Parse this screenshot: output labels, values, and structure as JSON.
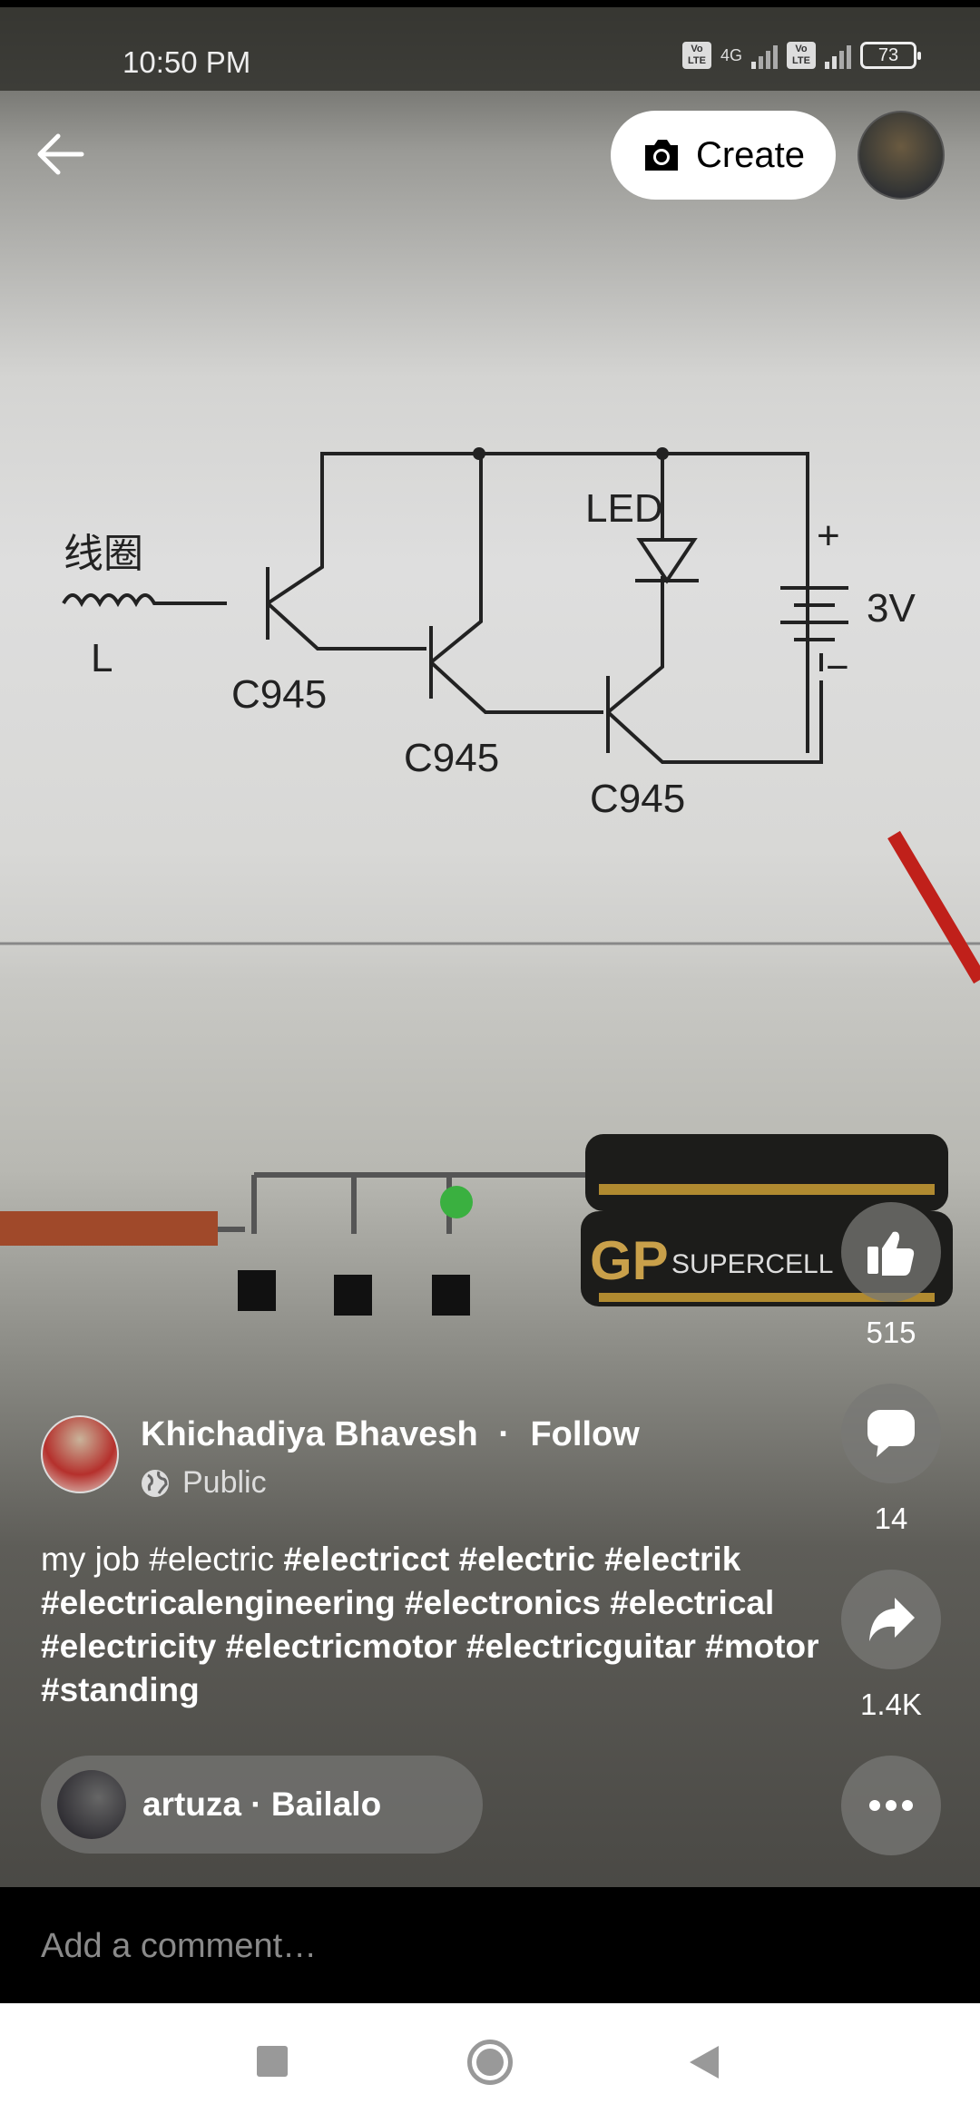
{
  "status_bar": {
    "time": "10:50 PM",
    "network": "4G",
    "volte1": "Vo LTE",
    "volte2": "Vo LTE",
    "battery": "73"
  },
  "header": {
    "create_label": "Create"
  },
  "video": {
    "schematic_labels": {
      "coil": "线圈",
      "inductor": "L",
      "led": "LED",
      "voltage": "3V",
      "plus": "+",
      "minus": "−",
      "t1": "C945",
      "t2": "C945",
      "t3": "C945"
    },
    "battery_brand": "GP",
    "battery_text": "SUPERCELL"
  },
  "actions": {
    "likes": "515",
    "comments": "14",
    "shares": "1.4K"
  },
  "post": {
    "author": "Khichadiya Bhavesh",
    "separator": "·",
    "follow": "Follow",
    "privacy": "Public",
    "caption_plain": "my job #electric ",
    "caption_bold": "#electricct #electric #electrik #electricalengineering #electronics #electrical #electricity #electricmotor #electricguitar #motor #standing"
  },
  "music": {
    "label": "artuza · Bailalo"
  },
  "comment": {
    "placeholder": "Add a comment…"
  }
}
